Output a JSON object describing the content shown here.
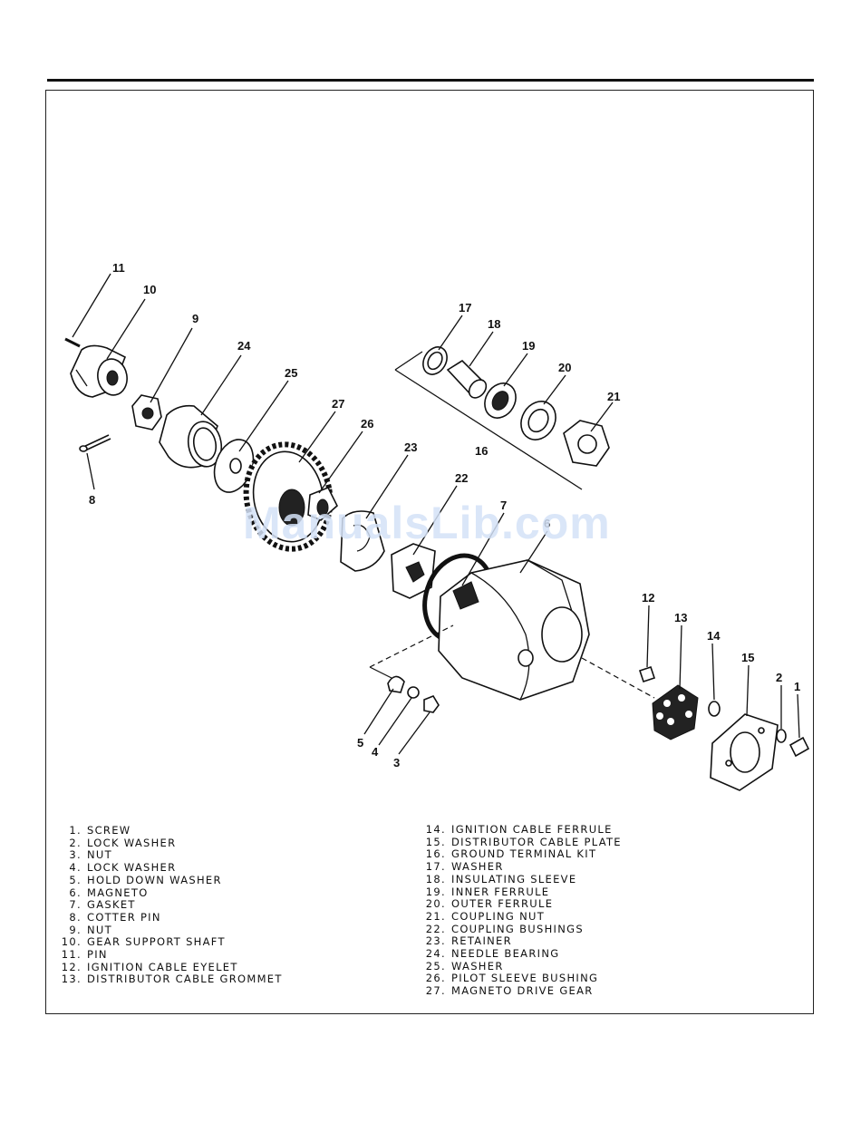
{
  "diagram": {
    "callouts": [
      {
        "id": "11",
        "label": "11"
      },
      {
        "id": "10",
        "label": "10"
      },
      {
        "id": "9",
        "label": "9"
      },
      {
        "id": "24",
        "label": "24"
      },
      {
        "id": "25",
        "label": "25"
      },
      {
        "id": "27",
        "label": "27"
      },
      {
        "id": "26",
        "label": "26"
      },
      {
        "id": "8",
        "label": "8"
      },
      {
        "id": "23",
        "label": "23"
      },
      {
        "id": "22",
        "label": "22"
      },
      {
        "id": "7",
        "label": "7"
      },
      {
        "id": "6",
        "label": "6"
      },
      {
        "id": "17",
        "label": "17"
      },
      {
        "id": "18",
        "label": "18"
      },
      {
        "id": "19",
        "label": "19"
      },
      {
        "id": "20",
        "label": "20"
      },
      {
        "id": "21",
        "label": "21"
      },
      {
        "id": "16",
        "label": "16"
      },
      {
        "id": "12",
        "label": "12"
      },
      {
        "id": "13",
        "label": "13"
      },
      {
        "id": "14",
        "label": "14"
      },
      {
        "id": "15",
        "label": "15"
      },
      {
        "id": "2",
        "label": "2"
      },
      {
        "id": "1",
        "label": "1"
      },
      {
        "id": "5",
        "label": "5"
      },
      {
        "id": "4",
        "label": "4"
      },
      {
        "id": "3",
        "label": "3"
      }
    ]
  },
  "watermark": "ManualsLib.com",
  "legend": {
    "left": [
      {
        "num": "1.",
        "name": "SCREW"
      },
      {
        "num": "2.",
        "name": "LOCK WASHER"
      },
      {
        "num": "3.",
        "name": "NUT"
      },
      {
        "num": "4.",
        "name": "LOCK WASHER"
      },
      {
        "num": "5.",
        "name": "HOLD DOWN WASHER"
      },
      {
        "num": "6.",
        "name": "MAGNETO"
      },
      {
        "num": "7.",
        "name": "GASKET"
      },
      {
        "num": "8.",
        "name": "COTTER PIN"
      },
      {
        "num": "9.",
        "name": "NUT"
      },
      {
        "num": "10.",
        "name": "GEAR SUPPORT SHAFT"
      },
      {
        "num": "11.",
        "name": "PIN"
      },
      {
        "num": "12.",
        "name": "IGNITION CABLE EYELET"
      },
      {
        "num": "13.",
        "name": "DISTRIBUTOR CABLE GROMMET"
      }
    ],
    "right": [
      {
        "num": "14.",
        "name": "IGNITION CABLE FERRULE"
      },
      {
        "num": "15.",
        "name": "DISTRIBUTOR CABLE PLATE"
      },
      {
        "num": "16.",
        "name": "GROUND TERMINAL KIT"
      },
      {
        "num": "17.",
        "name": "WASHER"
      },
      {
        "num": "18.",
        "name": "INSULATING SLEEVE"
      },
      {
        "num": "19.",
        "name": "INNER FERRULE"
      },
      {
        "num": "20.",
        "name": "OUTER FERRULE"
      },
      {
        "num": "21.",
        "name": "COUPLING NUT"
      },
      {
        "num": "22.",
        "name": "COUPLING BUSHINGS"
      },
      {
        "num": "23.",
        "name": "RETAINER"
      },
      {
        "num": "24.",
        "name": "NEEDLE BEARING"
      },
      {
        "num": "25.",
        "name": "WASHER"
      },
      {
        "num": "26.",
        "name": "PILOT SLEEVE BUSHING"
      },
      {
        "num": "27.",
        "name": "MAGNETO DRIVE GEAR"
      }
    ]
  }
}
